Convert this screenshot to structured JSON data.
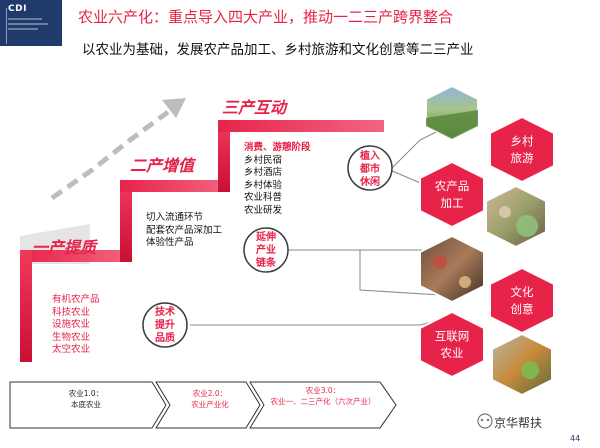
{
  "header": {
    "logo_text": "CDI",
    "title": "农业六产化：重点导入四大产业，推动一二三产跨界整合",
    "subtitle": "以农业为基础，发展农产品加工、乡村旅游和文化创意等二三产业"
  },
  "stages": [
    {
      "label": "一产提质",
      "items": [
        "有机农产品",
        "科技农业",
        "设施农业",
        "生物农业",
        "太空农业"
      ]
    },
    {
      "label": "二产增值",
      "items": [
        "切入流通环节",
        "配套农产品深加工",
        "体验性产品"
      ]
    },
    {
      "label": "三产互动",
      "heading": "消费、游憩阶段",
      "items": [
        "乡村民宿",
        "乡村酒店",
        "乡村体验",
        "农业科普",
        "农业研发"
      ]
    }
  ],
  "bubbles": {
    "plant": "植入\n都市\n休闲",
    "extend": "延伸\n产业\n链条",
    "tech": "技术\n提升\n品质"
  },
  "industries": [
    "乡村\n旅游",
    "农产品\n加工",
    "文化\n创意",
    "互联网\n农业"
  ],
  "eras": [
    {
      "name": "农业1.0：",
      "desc": "本底农业"
    },
    {
      "name": "农业2.0：",
      "desc": "农业产业化"
    },
    {
      "name": "农业3.0：",
      "desc": "农业一、二三产化（六次产业）"
    }
  ],
  "footer": {
    "watermark": "京华帮扶",
    "page": "44"
  },
  "colors": {
    "accent": "#e8234a",
    "navy": "#1f3a6b"
  }
}
